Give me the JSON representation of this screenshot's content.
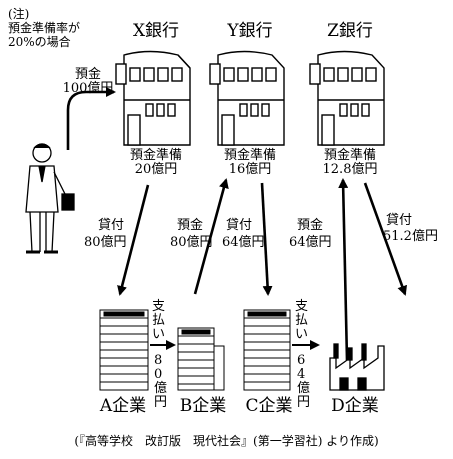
{
  "note": {
    "head": "(注)",
    "line1": "預金準備率が",
    "line2": "20%の場合"
  },
  "banks": [
    {
      "name": "X銀行",
      "reserve_l1": "預金準備",
      "reserve_l2": "20億円"
    },
    {
      "name": "Y銀行",
      "reserve_l1": "預金準備",
      "reserve_l2": "16億円"
    },
    {
      "name": "Z銀行",
      "reserve_l1": "預金準備",
      "reserve_l2": "12.8億円"
    }
  ],
  "person_deposit": {
    "l1": "預金",
    "l2": "100億円"
  },
  "flows": {
    "loan_x": {
      "l1": "貸付",
      "l2": "80億円"
    },
    "deposit_y": {
      "l1": "預金",
      "l2": "80億円"
    },
    "loan_y": {
      "l1": "貸付",
      "l2": "64億円"
    },
    "deposit_z": {
      "l1": "預金",
      "l2": "64億円"
    },
    "loan_z": {
      "l1": "貸付",
      "l2": "51.2億円"
    }
  },
  "payments": [
    {
      "label": "支払い",
      "amount": "80億円"
    },
    {
      "label": "支払い",
      "amount": "64億円"
    }
  ],
  "companies": [
    "A企業",
    "B企業",
    "C企業",
    "D企業"
  ],
  "source": "(『高等学校　改訂版　現代社会』(第一学習社) より作成)"
}
